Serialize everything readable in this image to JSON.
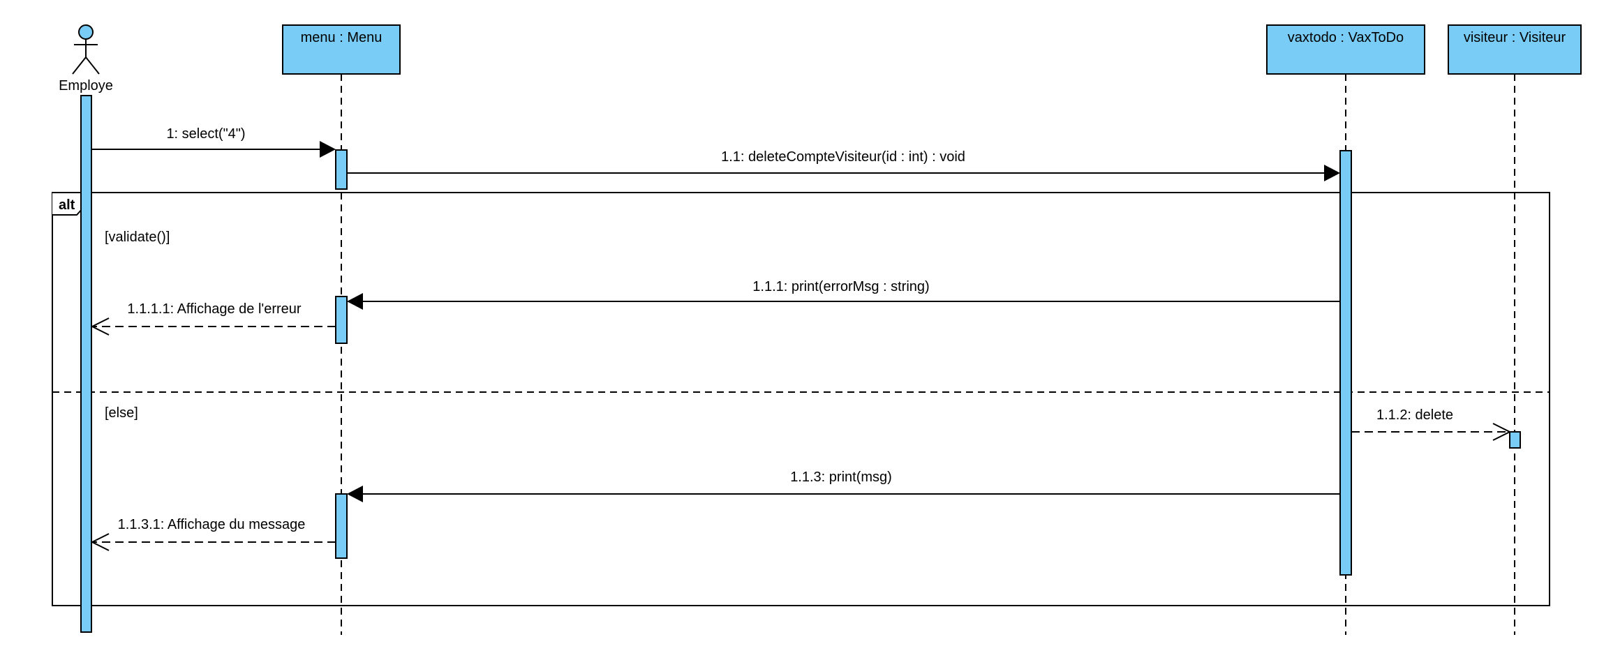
{
  "diagram": {
    "fragment": {
      "operator": "alt",
      "guard_1": "[validate()]",
      "guard_2": "[else]"
    },
    "actor": {
      "name": "Employe"
    },
    "lifelines": [
      {
        "label": "menu : Menu"
      },
      {
        "label": "vaxtodo : VaxToDo"
      },
      {
        "label": "visiteur : Visiteur"
      }
    ],
    "messages": [
      {
        "label": "1: select(\"4\")",
        "kind": "sync"
      },
      {
        "label": "1.1: deleteCompteVisiteur(id : int) : void",
        "kind": "sync"
      },
      {
        "label": "1.1.1: print(errorMsg : string)",
        "kind": "sync"
      },
      {
        "label": "1.1.1.1: Affichage de l'erreur",
        "kind": "return"
      },
      {
        "label": "1.1.2: delete",
        "kind": "async"
      },
      {
        "label": "1.1.3: print(msg)",
        "kind": "sync"
      },
      {
        "label": "1.1.3.1: Affichage du message",
        "kind": "return"
      }
    ]
  },
  "colors": {
    "lifeline_fill": "#79CCF5",
    "stroke": "#000000",
    "background": "#ffffff"
  }
}
